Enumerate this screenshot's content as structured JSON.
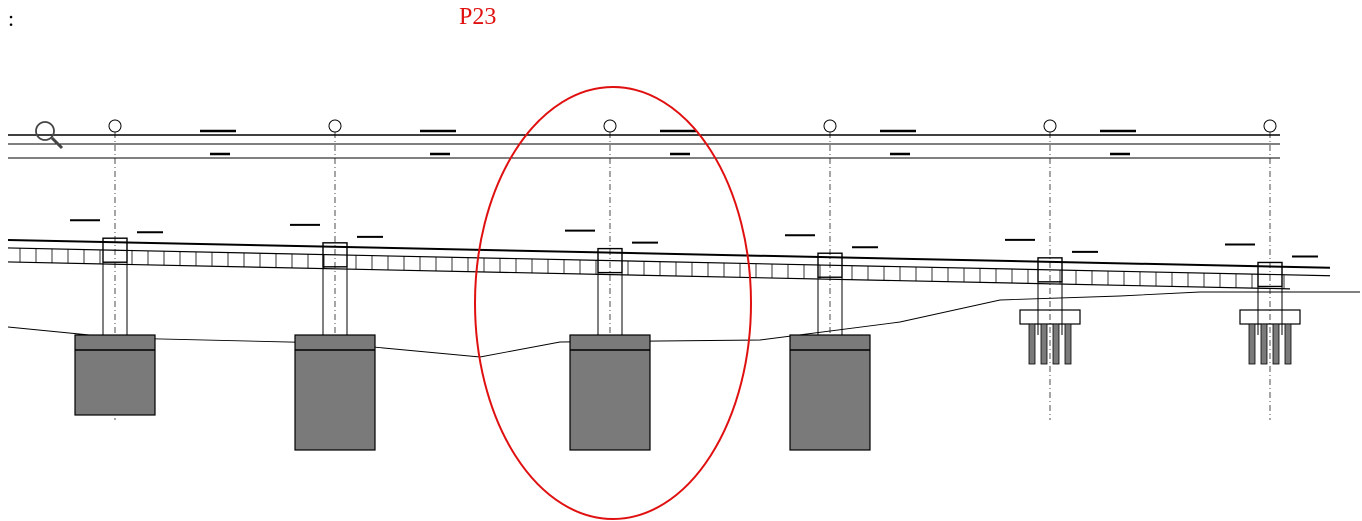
{
  "caption": {
    "prefix": ":",
    "label": "P23",
    "label_color": "#e01010"
  },
  "drawing": {
    "line_color": "#000000",
    "fill_color": "#7a7a7a",
    "highlight_color": "#e01010",
    "highlighted_pier": 3,
    "pier_count": 6
  },
  "icons": {
    "zoom": "magnifier-icon"
  }
}
